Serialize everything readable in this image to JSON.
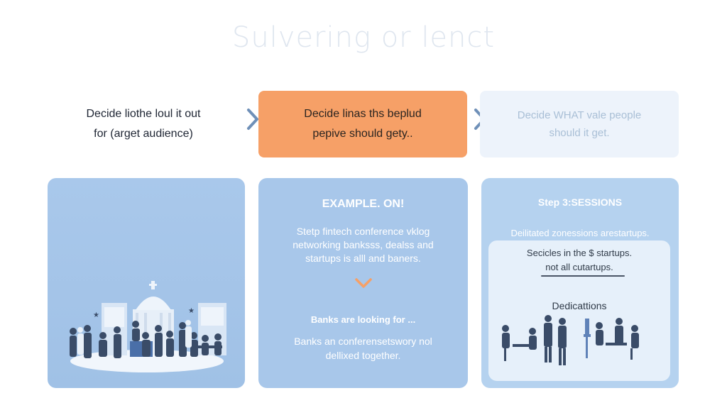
{
  "title": "Sulvering or lenct",
  "steps": [
    {
      "text": "Decide liothe loul it out\nfor (arget audience)"
    },
    {
      "text": "Decide linas ths beplud\npepive should gety.."
    },
    {
      "text": "Decide WHAT vale people\nshould it get."
    }
  ],
  "panel2": {
    "heading": "EXAMPLE. ON!",
    "paragraph": "Stetp fintech conference vklog\nnetworking banksss, dealss and\nstartups is alll and baners.",
    "subheading": "Banks are looking for ...",
    "paragraph2": "Banks an conferensetswory nol\ndellixed together."
  },
  "panel3": {
    "heading": "Step 3:SESSIONS",
    "line1": "Deilitated zonessions arestartups.",
    "inner_line1": "Secicles in the $ startups.",
    "inner_line2": "not all cutartups.",
    "inner_line3": "Dedicattions"
  },
  "colors": {
    "accent_orange": "#f6a067",
    "panel_blue": "#a8c7ea",
    "chevron_blue": "#6f90b8",
    "figure_dark": "#3a4c68"
  },
  "icons": [
    "chevron-right-icon",
    "chevron-right-icon",
    "chevron-down-icon"
  ]
}
